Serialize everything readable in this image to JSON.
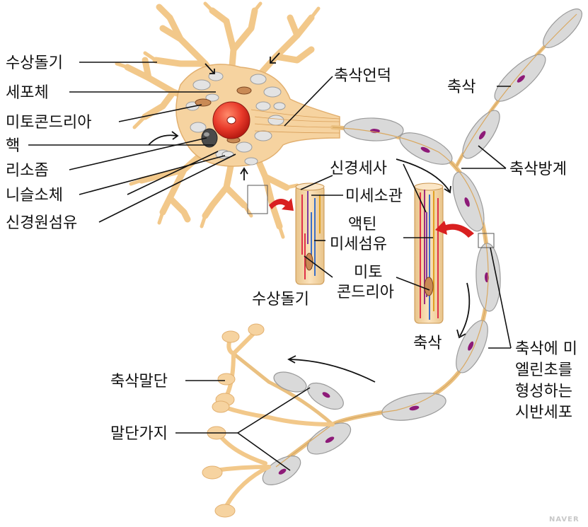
{
  "labels": {
    "dendrite": "수상돌기",
    "cell_body": "세포체",
    "mitochondria": "미토콘드리아",
    "nucleus": "핵",
    "ribosome": "리소좀",
    "nissl_body": "니슬소체",
    "neurofibril": "신경원섬유",
    "axon_hillock": "축삭언덕",
    "axon_top": "축삭",
    "axon_collateral": "축삭방계",
    "neurofilament": "신경세사",
    "microtubule": "미세소관",
    "actin_line1": "액틴",
    "actin_line2": "미세섬유",
    "mito_line1": "미토",
    "mito_line2": "콘드리아",
    "dendrite_inset": "수상돌기",
    "axon_inset": "축삭",
    "schwann_line1": "축삭에 미",
    "schwann_line2": "엘린초를",
    "schwann_line3": "형성하는",
    "schwann_line4": "시반세포",
    "axon_terminal": "축삭말단",
    "terminal_branch": "말단가지"
  },
  "watermark": "NAVER",
  "colors": {
    "neuron": "#f6d3a0",
    "neuron_edge": "#e2b070",
    "nucleus": "#e83a2a",
    "sheath": "#d9d9d9",
    "schwann_nucleus": "#8d1a78",
    "arrow_red": "#d92020"
  }
}
